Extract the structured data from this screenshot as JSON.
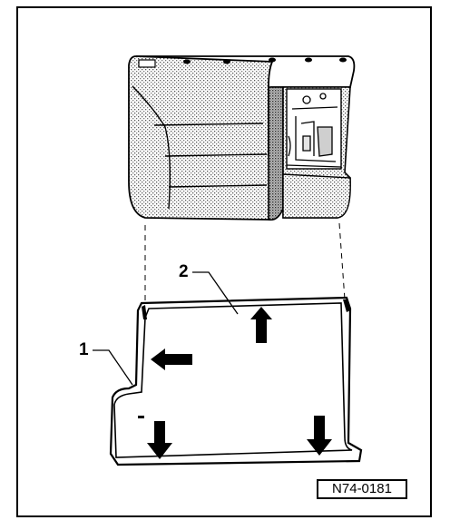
{
  "figure": {
    "id_label": "N74-0181"
  },
  "callouts": [
    {
      "label": "1",
      "part": "seat-cushion-outline"
    },
    {
      "label": "2",
      "part": "floor-mat"
    }
  ],
  "arrows": {
    "up": "arrow-up-icon",
    "left": "arrow-left-icon",
    "down": "arrow-down-icon"
  },
  "colors": {
    "ink": "#000000",
    "paper": "#ffffff",
    "shading": "#9a9a9a"
  }
}
